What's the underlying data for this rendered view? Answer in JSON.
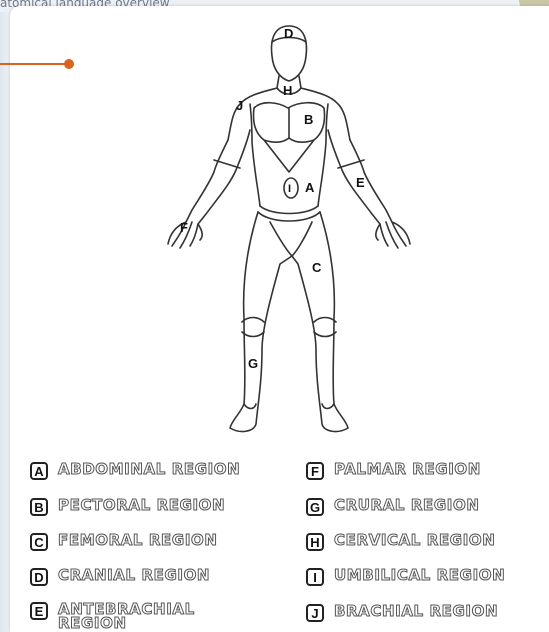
{
  "background": {
    "title": "atomical language overview"
  },
  "figure": {
    "point_labels": [
      "D",
      "H",
      "J",
      "B",
      "I",
      "A",
      "E",
      "F",
      "C",
      "G"
    ]
  },
  "legend": {
    "items": [
      {
        "letter": "A",
        "label": "ABDOMINAL REGION"
      },
      {
        "letter": "B",
        "label": "PECTORAL REGION"
      },
      {
        "letter": "C",
        "label": "FEMORAL REGION"
      },
      {
        "letter": "D",
        "label": "CRANIAL REGION"
      },
      {
        "letter": "E",
        "label": "ANTEBRACHIAL REGION"
      },
      {
        "letter": "F",
        "label": "PALMAR REGION"
      },
      {
        "letter": "G",
        "label": "CRURAL REGION"
      },
      {
        "letter": "H",
        "label": "CERVICAL REGION"
      },
      {
        "letter": "I",
        "label": "UMBILICAL REGION"
      },
      {
        "letter": "J",
        "label": "BRACHIAL REGION"
      }
    ]
  },
  "colors": {
    "accent": "#d9641e",
    "outline": "#333333"
  }
}
